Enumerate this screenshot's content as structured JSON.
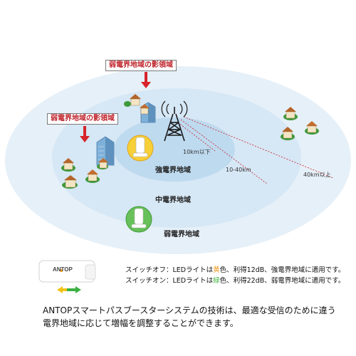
{
  "callouts": {
    "weak_zone_top": "弱電界地域の影領域",
    "weak_zone_left": "弱電界地域の影領域"
  },
  "zones": {
    "strong": "強電界地域",
    "medium": "中電界地域",
    "weak": "弱電界地域"
  },
  "distances": {
    "near": "10km以下",
    "mid": "10-40km",
    "far": "40km以上"
  },
  "device": {
    "brand": "ANTOP"
  },
  "legend": {
    "switch_off": {
      "prefix": "スイッチオフ：LEDライトは",
      "color_word": "黄",
      "suffix": "色、利得12dB、強電界地域に適用です。"
    },
    "switch_on": {
      "prefix": "スイッチオン：LEDライトは",
      "color_word": "緑",
      "suffix": "色、利得22dB、弱電界地域に適用です。"
    }
  },
  "footer": {
    "line1": "ANTOPスマートパスブースターシステムの技術は、最適な受信のために違う",
    "line2": "電界地域に応じて増幅を調整することができます。"
  },
  "colors": {
    "outer_ring": "#e6f0f8",
    "middle_ring": "#d4e6f4",
    "inner_ring": "#bcd8ee",
    "callout_text": "#c0262d",
    "arrow": "#d7232a",
    "led_yellow": "#f29a1e",
    "led_green": "#4bb64a"
  }
}
